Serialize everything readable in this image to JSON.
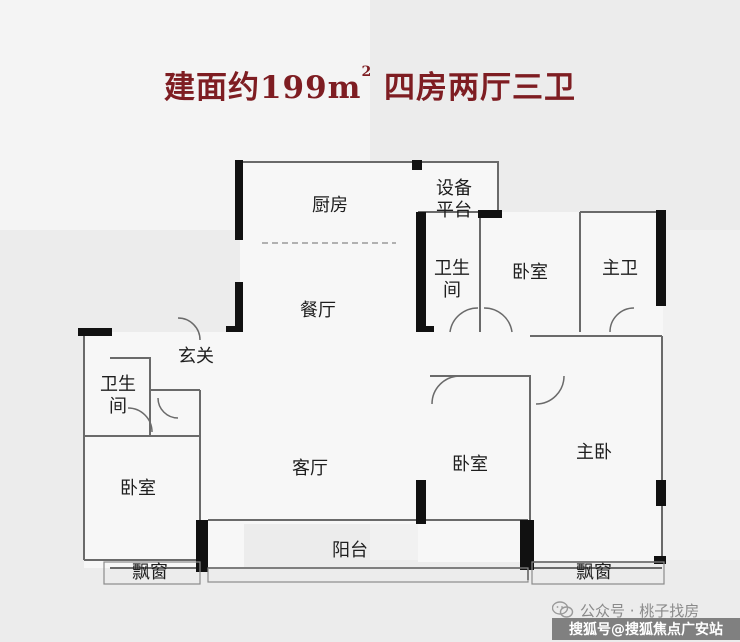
{
  "title": {
    "main": "建面约199m",
    "sup": "2",
    "suffix": " 四房两厅三卫"
  },
  "rooms": [
    {
      "id": "kitchen",
      "label": "厨房"
    },
    {
      "id": "equipment-platform",
      "label": "设备\n平台"
    },
    {
      "id": "bathroom-mid",
      "label": "卫生\n间"
    },
    {
      "id": "bedroom-top",
      "label": "卧室"
    },
    {
      "id": "master-bath",
      "label": "主卫"
    },
    {
      "id": "dining",
      "label": "餐厅"
    },
    {
      "id": "entrance",
      "label": "玄关"
    },
    {
      "id": "bathroom-left",
      "label": "卫生\n间"
    },
    {
      "id": "bedroom-left",
      "label": "卧室"
    },
    {
      "id": "living",
      "label": "客厅"
    },
    {
      "id": "bedroom-mid",
      "label": "卧室"
    },
    {
      "id": "master-bedroom",
      "label": "主卧"
    },
    {
      "id": "balcony",
      "label": "阳台"
    },
    {
      "id": "bay-window-left",
      "label": "飘窗"
    },
    {
      "id": "bay-window-right",
      "label": "飘窗"
    }
  ],
  "watermark": {
    "account": "公众号 · 桃子找房",
    "source": "搜狐号@搜狐焦点广安站"
  },
  "colors": {
    "title": "#7e1d22",
    "wall": "#111111",
    "thin_wall": "#6a6a6a",
    "background": "#ececec"
  }
}
